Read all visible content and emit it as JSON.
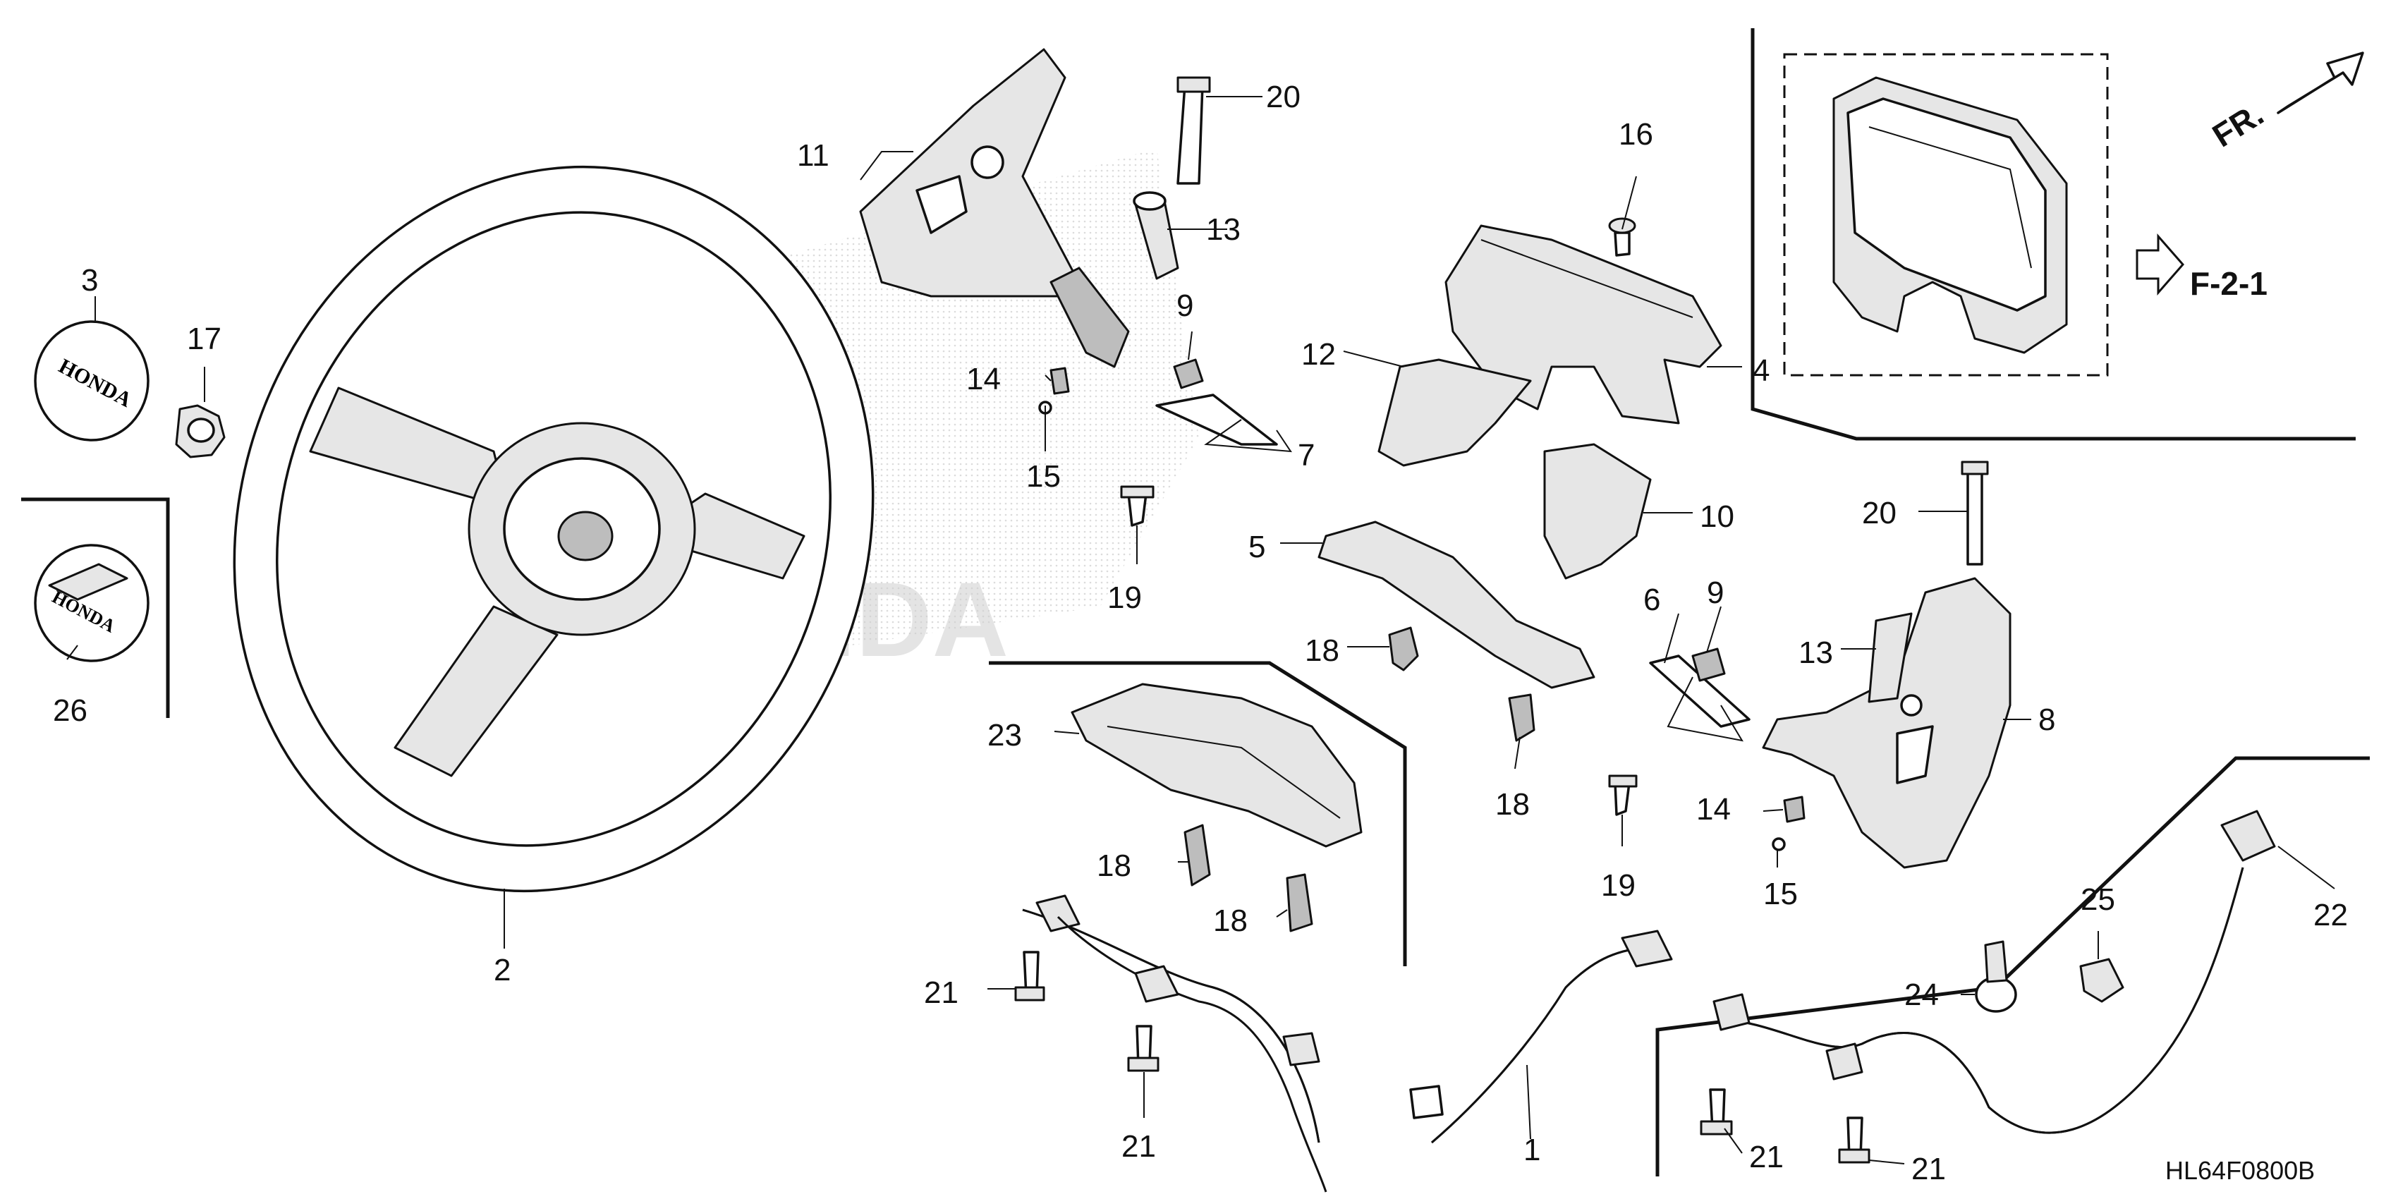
{
  "diagram_code": "HL64F0800B",
  "reference": "F-2-1",
  "direction": "FR.",
  "logo_text": "HONDA",
  "callouts": {
    "c1": "1",
    "c2": "2",
    "c3": "3",
    "c4": "4",
    "c5": "5",
    "c6": "6",
    "c7": "7",
    "c8": "8",
    "c9a": "9",
    "c9b": "9",
    "c10": "10",
    "c11": "11",
    "c12": "12",
    "c13a": "13",
    "c13b": "13",
    "c14a": "14",
    "c14b": "14",
    "c15a": "15",
    "c15b": "15",
    "c16": "16",
    "c17": "17",
    "c18a": "18",
    "c18b": "18",
    "c18c": "18",
    "c18d": "18",
    "c19a": "19",
    "c19b": "19",
    "c20a": "20",
    "c20b": "20",
    "c21a": "21",
    "c21b": "21",
    "c21c": "21",
    "c21d": "21",
    "c22": "22",
    "c23": "23",
    "c24": "24",
    "c25": "25",
    "c26": "26"
  },
  "colors": {
    "line": "#111111",
    "fill": "#ffffff",
    "shade": "#e6e6e6",
    "dark": "#bdbdbd"
  }
}
